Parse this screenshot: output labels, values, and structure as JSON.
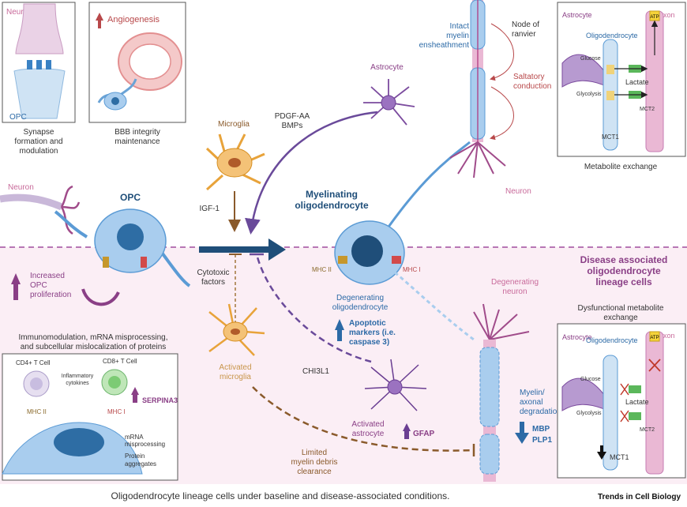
{
  "panels": {
    "synapse": {
      "neuron": "Neuron",
      "opc": "OPC",
      "caption": [
        "Synapse",
        "formation and",
        "modulation"
      ]
    },
    "bbb": {
      "angiogenesis": "Angiogenesis",
      "caption": [
        "BBB integrity",
        "maintenance"
      ]
    },
    "metabolite": {
      "astrocyte": "Astrocyte",
      "oligodendrocyte": "Oligodendrocyte",
      "axon": "Axon",
      "atp": "ATP",
      "glucose": "Glucose",
      "lactate": "Lactate",
      "glycolysis": "Glycolysis",
      "mct1": "MCT1",
      "mct2": "MCT2",
      "caption": "Metabolite exchange"
    },
    "dysfunctional": {
      "title": [
        "Dysfunctional metabolite",
        "exchange"
      ],
      "astrocyte": "Astrocyte",
      "oligodendrocyte": "Oligodendrocyte",
      "axon": "Axon",
      "atp": "ATP",
      "glucose": "Glucose",
      "lactate": "Lactate",
      "glycolysis": "Glycolysis",
      "mct1": "MCT1",
      "mct2": "MCT2"
    },
    "immuno": {
      "title": [
        "Immunomodulation, mRNA misprocessing,",
        "and subcellular mislocalization of proteins"
      ],
      "cd4": "CD4+ T Cell",
      "cd8": "CD8+ T Cell",
      "cytokines": [
        "Inflammatory",
        "cytokines"
      ],
      "mhc2": "MHC II",
      "mhc1": "MHC I",
      "serpina3": "SERPINA3",
      "mrna": [
        "mRNA",
        "misprocessing"
      ],
      "aggregates": [
        "Protein",
        "aggregates"
      ]
    }
  },
  "baseline": {
    "neuron_left": "Neuron",
    "opc": "OPC",
    "microglia": "Microglia",
    "igf1": "IGF-1",
    "pdgf": [
      "PDGF-AA",
      "BMPs"
    ],
    "astrocyte": "Astrocyte",
    "myelinating": [
      "Myelinating",
      "oligodendrocyte"
    ],
    "intact_myelin": [
      "Intact",
      "myelin",
      "ensheathment"
    ],
    "node": [
      "Node of",
      "ranvier"
    ],
    "saltatory": [
      "Saltatory",
      "conduction"
    ],
    "neuron_right": "Neuron"
  },
  "disease": {
    "title": [
      "Disease associated",
      "oligodendrocyte",
      "lineage cells"
    ],
    "increased_opc": [
      "Increased",
      "OPC",
      "proliferation"
    ],
    "cytotoxic": [
      "Cytotoxic",
      "factors"
    ],
    "activated_microglia": [
      "Activated",
      "microglia"
    ],
    "mhc2": "MHC II",
    "mhc1": "MHC I",
    "degenerating_oligo": [
      "Degenerating",
      "oligodendrocyte"
    ],
    "apoptotic": [
      "Apoptotic",
      "markers (i.e.",
      "caspase 3)"
    ],
    "chi3l1": "CHI3L1",
    "activated_astrocyte": [
      "Activated",
      "astrocyte"
    ],
    "gfap": "GFAP",
    "degenerating_neuron": [
      "Degenerating",
      "neuron"
    ],
    "myelin_axonal": [
      "Myelin/",
      "axonal",
      "degradation"
    ],
    "mbp": "MBP",
    "plp1": "PLP1",
    "limited_debris": [
      "Limited",
      "myelin debris",
      "clearance"
    ]
  },
  "footer": {
    "caption": "Oligodendrocyte lineage cells under baseline and disease-associated conditions.",
    "brand": "Trends in Cell Biology"
  },
  "colors": {
    "opc_blue": "#5b9bd5",
    "oligo_dark": "#1f4e79",
    "astro_purple": "#7b4b9e",
    "microglia_orange": "#e8a33a",
    "neuron_pink": "#c77db3",
    "disease_bg": "#fbeef5",
    "arrow_navy": "#1f4e79",
    "arrow_brown": "#8a5a2b"
  }
}
